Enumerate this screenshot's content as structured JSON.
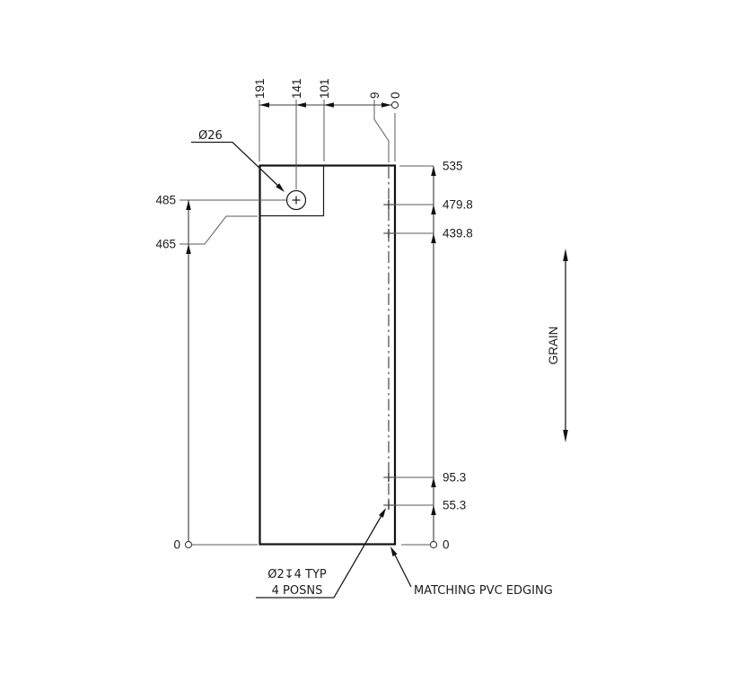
{
  "drawing": {
    "dims": {
      "top": [
        "191",
        "141",
        "101",
        "9",
        "0"
      ],
      "right": [
        "535",
        "479.8",
        "439.8",
        "95.3",
        "55.3",
        "0"
      ],
      "left": [
        "485",
        "465",
        "0"
      ]
    },
    "notes": {
      "hole_diameter": "Ø26",
      "drill_note_line1": "Ø2↧4 TYP",
      "drill_note_line2": "4 POSNS",
      "edging_note": "MATCHING PVC EDGING",
      "grain_label": "GRAIN"
    },
    "colors": {
      "line": "#111111",
      "background": "#ffffff"
    }
  }
}
